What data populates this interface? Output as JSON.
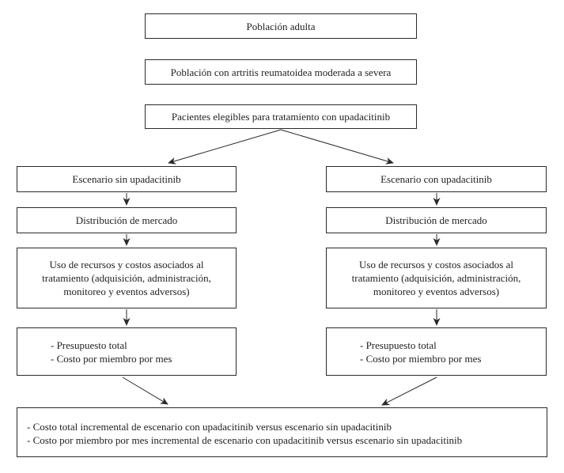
{
  "figure": {
    "background": "#ffffff",
    "line_color": "#2a2a2a",
    "text_color": "#1f1f26"
  },
  "top": {
    "adult": "Población adulta",
    "ra": "Población con artritis reumatoidea moderada a severa",
    "eligible": "Pacientes elegibles para tratamiento con upadacitinib"
  },
  "columns": {
    "left": {
      "scenario": "Escenario sin upadacitinib",
      "market": "Distribución de mercado",
      "resources": "Uso de recursos y costos asociados al tratamiento (adquisición, administración, monitoreo y eventos adversos)",
      "outputs": [
        "- Presupuesto total",
        "- Costo por miembro por mes"
      ]
    },
    "right": {
      "scenario": "Escenario con upadacitinib",
      "market": "Distribución de mercado",
      "resources": "Uso de recursos y costos asociados al tratamiento (adquisición, administración, monitoreo y eventos adversos)",
      "outputs": [
        "- Presupuesto total",
        "- Costo por miembro por mes"
      ]
    }
  },
  "result": {
    "lines": [
      "- Costo total incremental de escenario con upadacitinib versus escenario sin upadacitinib",
      "- Costo por miembro por mes incremental de escenario con upadacitinib versus escenario sin upadacitinib"
    ]
  }
}
